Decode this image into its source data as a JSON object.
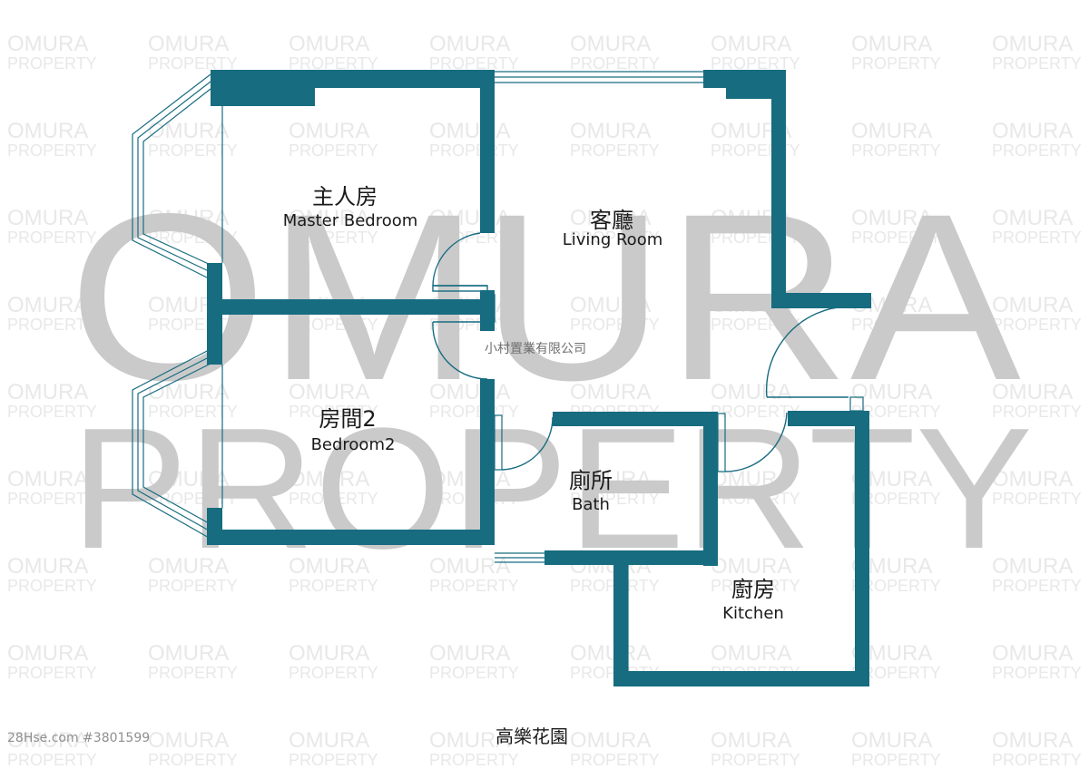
{
  "watermark": {
    "big_line1": "OMURA",
    "big_line2": "PROPERTY",
    "tile_line1": "OMURA",
    "tile_line2": "PROPERTY"
  },
  "rooms": {
    "master_bedroom": {
      "zh": "主人房",
      "en": "Master Bedroom"
    },
    "living_room": {
      "zh": "客廳",
      "en": "Living Room"
    },
    "bedroom2": {
      "zh": "房間2",
      "en": "Bedroom2"
    },
    "bath": {
      "zh": "廁所",
      "en": "Bath"
    },
    "kitchen": {
      "zh": "廚房",
      "en": "Kitchen"
    }
  },
  "company_name": "小村置業有限公司",
  "estate_name": "高樂花園",
  "listing_ref": "28Hse.com #3801599",
  "colors": {
    "wall": "#176c80",
    "watermark_big": "#c9c9c9",
    "watermark_tile": "#e8e8e8",
    "text": "#1a1a1a"
  }
}
